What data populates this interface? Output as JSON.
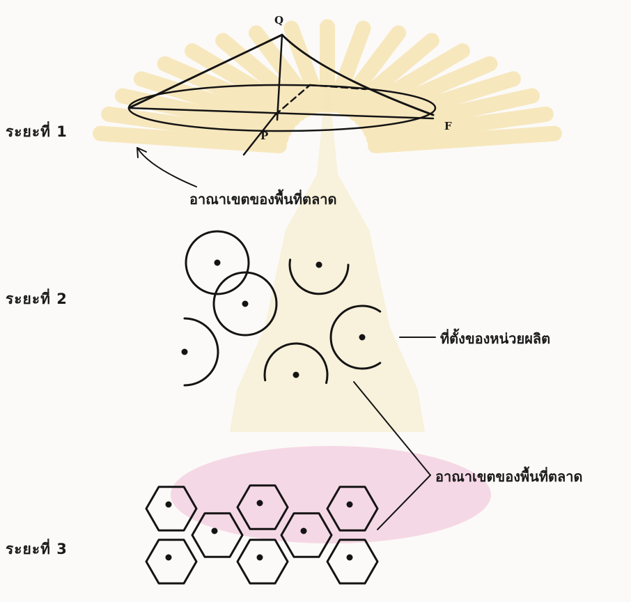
{
  "stages": [
    {
      "label": "ระยะที่ 1"
    },
    {
      "label": "ระยะที่ 2"
    },
    {
      "label": "ระยะที่ 3"
    }
  ],
  "points": {
    "q": "Q",
    "p": "P",
    "f": "F"
  },
  "annotations": {
    "market_area_1": "อาณาเขตของพื้นที่ตลาด",
    "production_sites": "ที่ตั้งของหน่วยผลิต",
    "market_area_2": "อาณาเขตของพื้นที่ตลาด"
  },
  "colors": {
    "ink": "#141414",
    "watermark_gold": "#f2cc66",
    "watermark_pink": "#f0bcd6"
  }
}
